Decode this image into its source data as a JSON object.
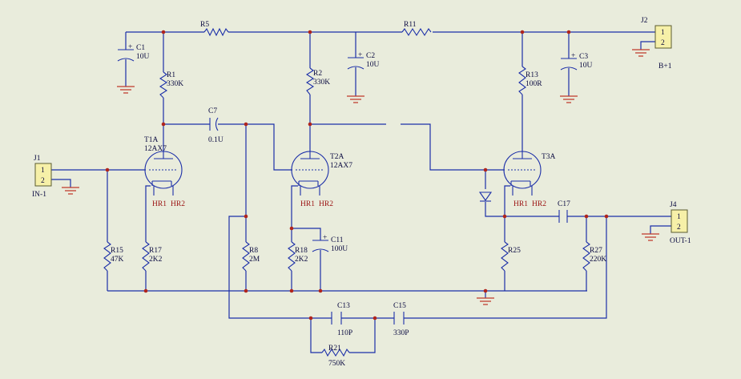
{
  "connectors": {
    "j1": {
      "ref": "J1",
      "pins": [
        "1",
        "2"
      ],
      "net": "IN-1"
    },
    "j2": {
      "ref": "J2",
      "pins": [
        "1",
        "2"
      ],
      "net": "B+1"
    },
    "j4": {
      "ref": "J4",
      "pins": [
        "1",
        "2"
      ],
      "net": "OUT-1"
    }
  },
  "tubes": {
    "t1a": {
      "ref": "T1A",
      "type": "12AX7",
      "heater1": "HR1",
      "heater2": "HR2"
    },
    "t2a": {
      "ref": "T2A",
      "type": "12AX7",
      "heater1": "HR1",
      "heater2": "HR2"
    },
    "t3a": {
      "ref": "T3A",
      "heater1": "HR1",
      "heater2": "HR2"
    }
  },
  "resistors": {
    "r1": {
      "ref": "R1",
      "value": "330K"
    },
    "r2": {
      "ref": "R2",
      "value": "330K"
    },
    "r5": {
      "ref": "R5"
    },
    "r8": {
      "ref": "R8",
      "value": "2M"
    },
    "r11": {
      "ref": "R11"
    },
    "r13": {
      "ref": "R13",
      "value": "100R"
    },
    "r15": {
      "ref": "R15",
      "value": "47K"
    },
    "r17": {
      "ref": "R17",
      "value": "2K2"
    },
    "r18": {
      "ref": "R18",
      "value": "2K2"
    },
    "r21": {
      "ref": "R21",
      "value": "750K"
    },
    "r25": {
      "ref": "R25"
    },
    "r27": {
      "ref": "R27",
      "value": "220K"
    }
  },
  "capacitors": {
    "c1": {
      "ref": "C1",
      "value": "10U",
      "polarity": "+"
    },
    "c2": {
      "ref": "C2",
      "value": "10U",
      "polarity": "+"
    },
    "c3": {
      "ref": "C3",
      "value": "10U",
      "polarity": "+"
    },
    "c7": {
      "ref": "C7",
      "value": "0.1U"
    },
    "c11": {
      "ref": "C11",
      "value": "100U",
      "polarity": "+"
    },
    "c13": {
      "ref": "C13",
      "value": "110P"
    },
    "c15": {
      "ref": "C15",
      "value": "330P"
    },
    "c17": {
      "ref": "C17"
    }
  },
  "colors": {
    "wire": "#1c2fa8",
    "junction": "#b0241c",
    "ground": "#c0392b",
    "connector_fill": "#f6f0a8",
    "background": "#e9ecdc"
  }
}
